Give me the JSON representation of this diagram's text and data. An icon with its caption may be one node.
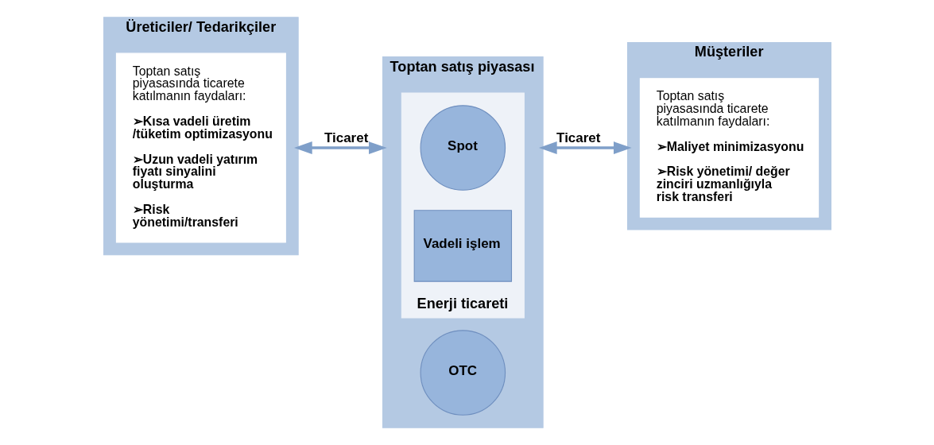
{
  "diagram": {
    "nodes": [
      {
        "text": [
          "Üreticiler/ Tedarikçiler"
        ]
      },
      {
        "text": [
          "Toptan satış piyasasında ticarete katılmanın faydaları:",
          "➢Kısa vadeli üretim /tüketim optimizasyonu",
          "➢Uzun vadeli yatırım fiyatı sinyalini oluşturma",
          "➢Risk yönetimi/transferi"
        ],
        "in": 0
      },
      {
        "text": [
          "Toptan satış piyasası"
        ]
      },
      {
        "text": [
          "Enerji ticareti"
        ],
        "in": 2
      },
      {
        "text": [
          "Spot"
        ],
        "in": 3
      },
      {
        "text": [
          "Vadeli işlem"
        ],
        "in": 3
      },
      {
        "text": [
          "OTC"
        ],
        "in": 2
      },
      {
        "text": [
          "Müşteriler"
        ]
      },
      {
        "text": [
          "Toptan satış piyasasında ticarete katılmanın faydaları:",
          "➢Maliyet minimizasyonu",
          "➢Risk yönetimi/ değer zinciri uzmanlığıyla risk transferi"
        ],
        "in": 7
      }
    ],
    "edges": [
      {
        "from": 0,
        "to": 2,
        "arrow": "both",
        "label": "Ticaret"
      },
      {
        "from": 2,
        "to": 7,
        "arrow": "both",
        "label": "Ticaret"
      }
    ]
  }
}
